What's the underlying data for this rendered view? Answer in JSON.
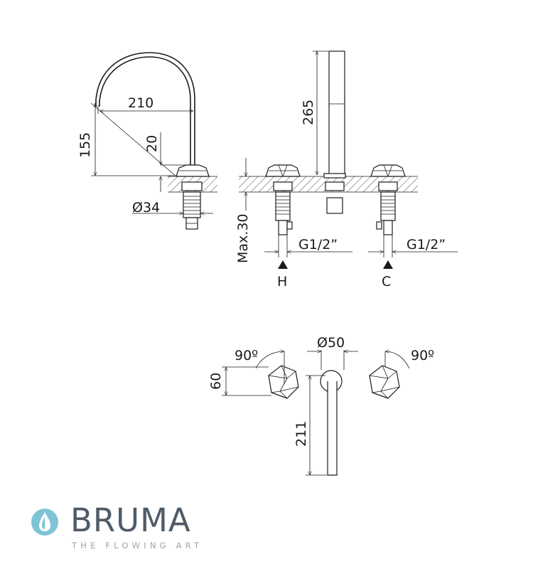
{
  "dimensions": {
    "spout_reach": "210",
    "spout_height": "155",
    "spout_base_height": "20",
    "base_diameter": "Ø34",
    "handshower_height": "265",
    "max_deck_thickness": "Max.30",
    "inlet_thread_hot": "G1/2”",
    "inlet_thread_cold": "G1/2”",
    "knob_rotation_left": "90º",
    "knob_rotation_right": "90º",
    "knob_size": "60",
    "spout_diameter": "Ø50",
    "spout_length_top": "211"
  },
  "inlets": {
    "hot_label": "H",
    "cold_label": "C"
  },
  "brand": {
    "name": "BRUMA",
    "tagline": "THE FLOWING ART",
    "primary_color": "#4f5b66",
    "drop_color": "#7fc3d6"
  }
}
